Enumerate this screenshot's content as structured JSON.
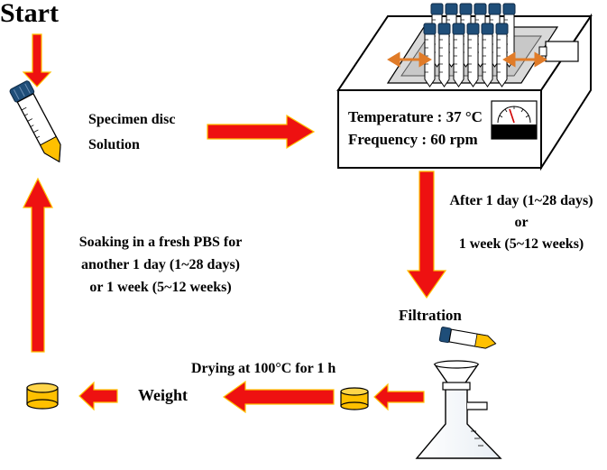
{
  "start": "Start",
  "left_labels": {
    "specimen": "Specimen disc",
    "solution": "Solution"
  },
  "shaker": {
    "temperature": "Temperature : 37 °C",
    "frequency": "Frequency : 60 rpm"
  },
  "after": {
    "line1": "After 1 day (1~28 days)",
    "line2": "or",
    "line3": "1 week (5~12 weeks)"
  },
  "soaking": {
    "line1": "Soaking in a fresh PBS for",
    "line2": "another 1 day (1~28 days)",
    "line3": "or 1 week (5~12 weeks)"
  },
  "filtration": "Filtration",
  "drying": "Drying at 100°C  for 1 h",
  "weight": "Weight",
  "colors": {
    "arrow": "#ee1111",
    "arrow_edge": "#ffc000",
    "cap": "#1f4e79",
    "disc": "#ffc000",
    "transfer": "#e07b28"
  }
}
